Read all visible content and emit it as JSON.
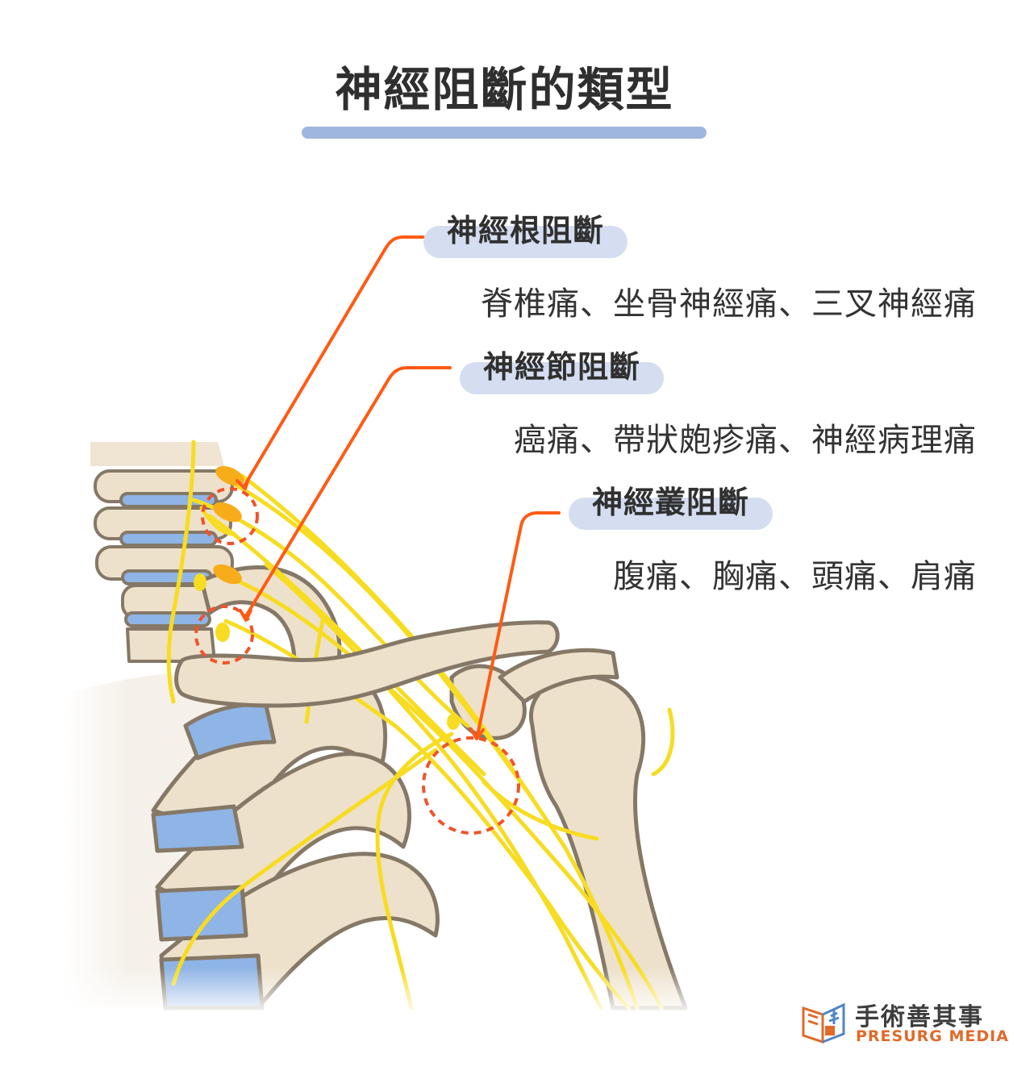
{
  "title": "神經阻斷的類型",
  "blocks": [
    {
      "label": "神經根阻斷",
      "uses": "脊椎痛、坐骨神經痛、三叉神經痛"
    },
    {
      "label": "神經節阻斷",
      "uses": "癌痛、帶狀皰疹痛、神經病理痛"
    },
    {
      "label": "神經叢阻斷",
      "uses": "腹痛、胸痛、頭痛、肩痛"
    }
  ],
  "logo": {
    "name": "手術善其事",
    "english": "PRESURG MEDIA"
  },
  "colors": {
    "accent_line": "#ff5a14",
    "marker_circle": "#f0532a",
    "label_pill": "#d5def0",
    "title_bar": "#9fb6de",
    "bone": "#ede1cc",
    "bone_outline": "#857866",
    "cartilage": "#8fb4e6",
    "nerve": "#f7dc22",
    "ganglion": "#f7ac1a"
  },
  "icons": [
    "presurg-logo-icon"
  ]
}
